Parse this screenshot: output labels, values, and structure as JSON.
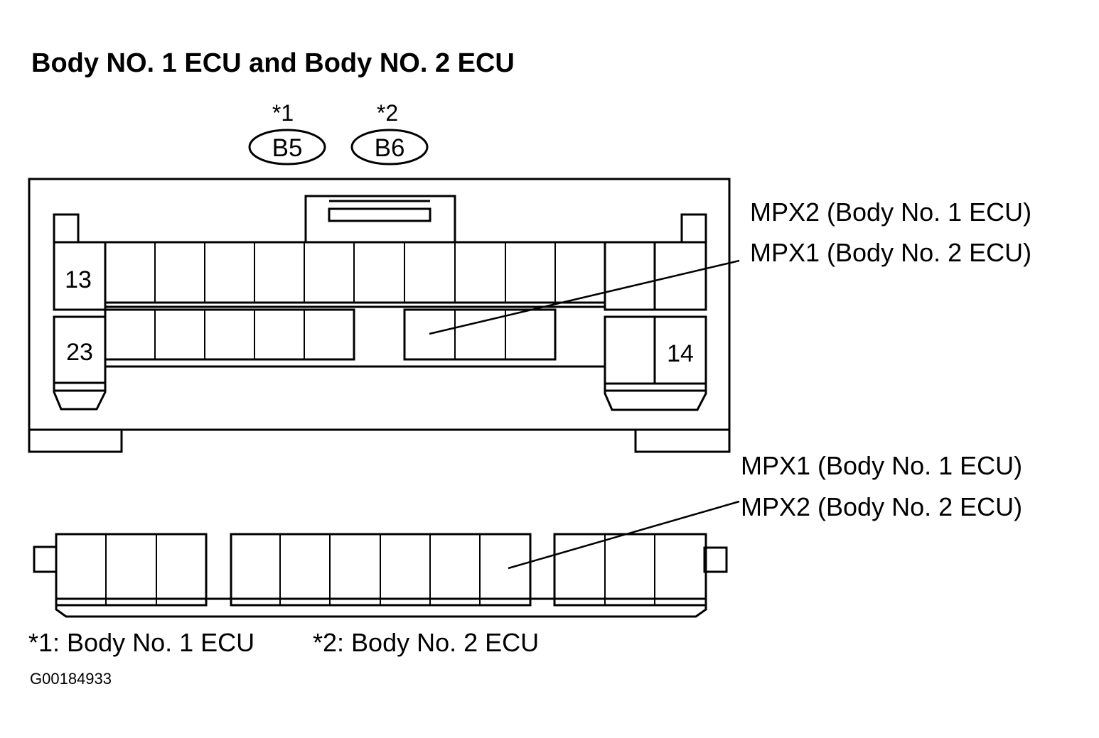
{
  "title": "Body NO. 1 ECU and Body NO. 2 ECU",
  "connector_refs": [
    {
      "note": "*1",
      "code": "B5"
    },
    {
      "note": "*2",
      "code": "B6"
    }
  ],
  "pin_labels": {
    "top_left": "13",
    "bottom_left": "23",
    "right": "14"
  },
  "callouts": {
    "upper_line1": "MPX2 (Body No. 1 ECU)",
    "upper_line2": "MPX1 (Body No. 2 ECU)",
    "lower_line1": "MPX1 (Body No. 1 ECU)",
    "lower_line2": "MPX2 (Body No. 2 ECU)"
  },
  "footnotes": {
    "note1": "*1: Body No. 1 ECU",
    "note2": "*2: Body No. 2 ECU"
  },
  "figure_id": "G00184933"
}
